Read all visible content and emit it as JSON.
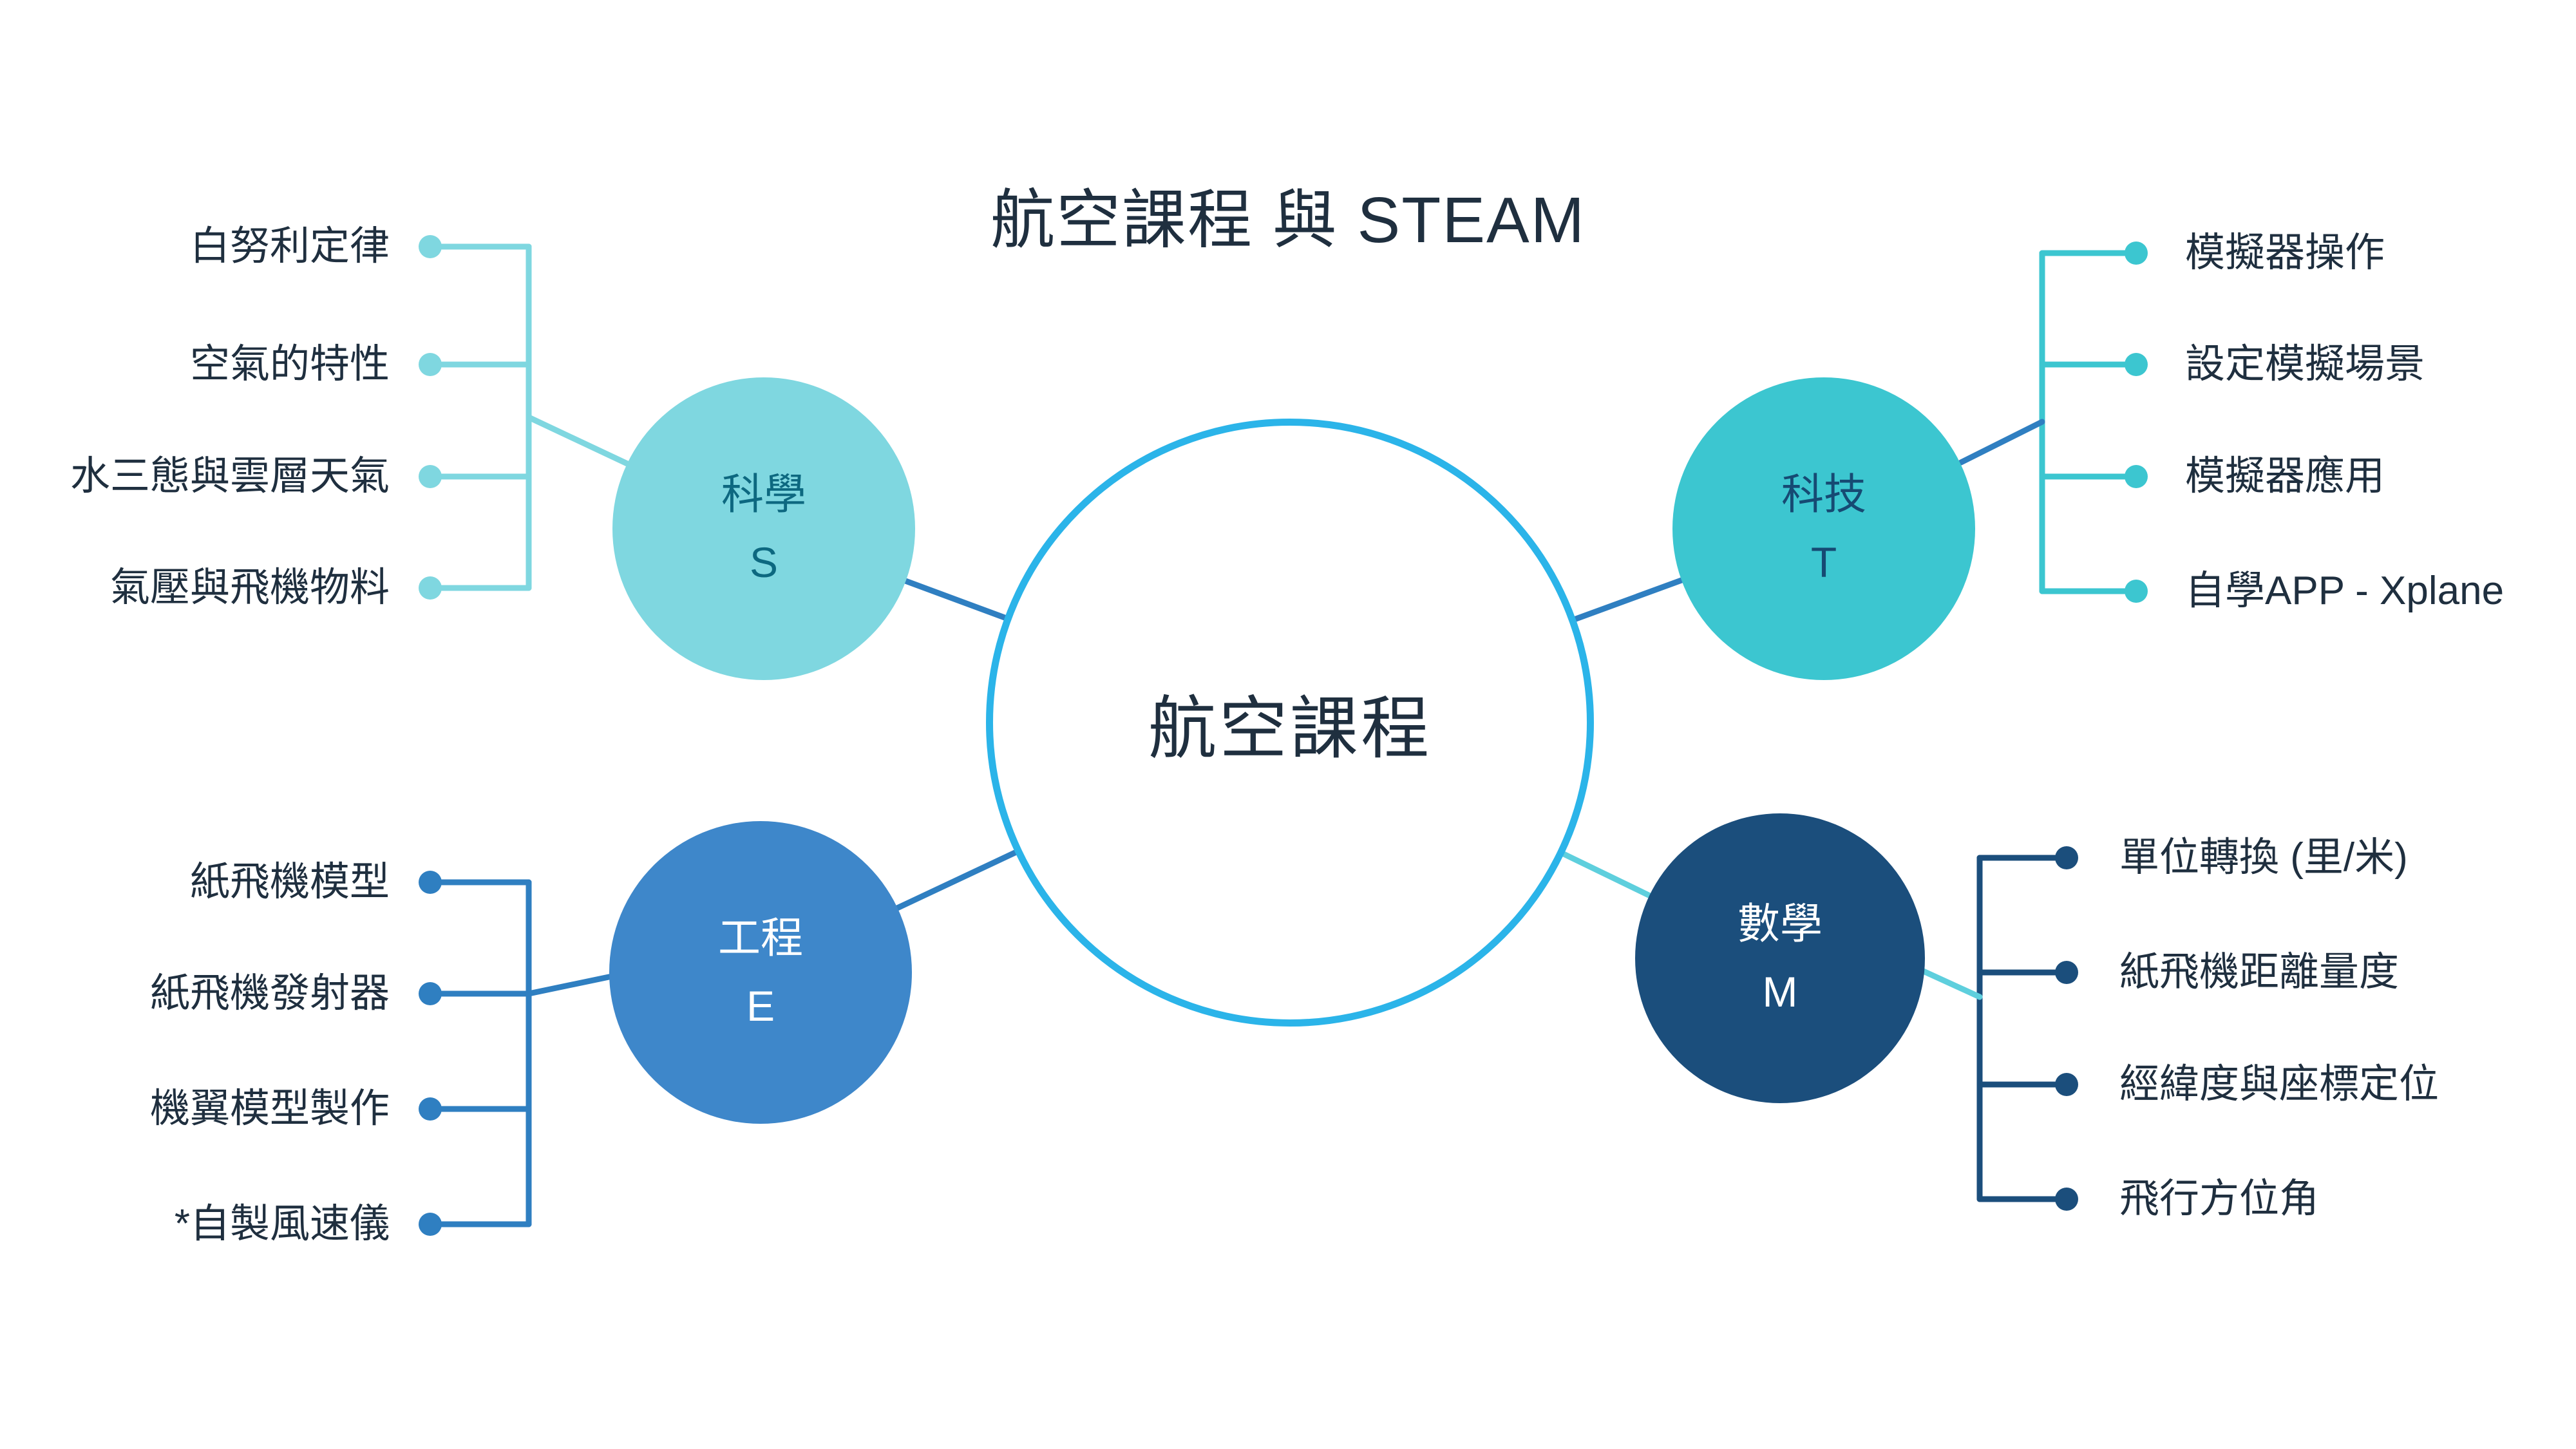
{
  "title": "航空課程 與 STEAM",
  "center": {
    "label": "航空課程"
  },
  "branches": {
    "science": {
      "line1": "科學",
      "line2": "S",
      "items": [
        "白努利定律",
        "空氣的特性",
        "水三態與雲層天氣",
        "氣壓與飛機物料"
      ]
    },
    "tech": {
      "line1": "科技",
      "line2": "T",
      "items": [
        "模擬器操作",
        "設定模擬場景",
        "模擬器應用",
        "自學APP - Xplane"
      ]
    },
    "engineering": {
      "line1": "工程",
      "line2": "E",
      "items": [
        "紙飛機模型",
        "紙飛機發射器",
        "機翼模型製作",
        "*自製風速儀"
      ]
    },
    "math": {
      "line1": "數學",
      "line2": "M",
      "items": [
        "單位轉換 (里/米)",
        "紙飛機距離量度",
        "經緯度與座標定位",
        "飛行方位角"
      ]
    }
  },
  "colors": {
    "science-fill": "#7fd7e0",
    "science-text": "#0d6880",
    "tech-fill": "#3cc6d0",
    "tech-text": "#164a73",
    "engineering-fill": "#3e87ca",
    "engineering-text": "#ffffff",
    "math-fill": "#1b4e7c",
    "math-text": "#ffffff",
    "center-ring": "#2bb4e9",
    "connector-blue": "#2f7fc1",
    "connector-cyan": "#5ecfdd",
    "text-dark": "#1f2f3f",
    "bg": "#ffffff"
  }
}
